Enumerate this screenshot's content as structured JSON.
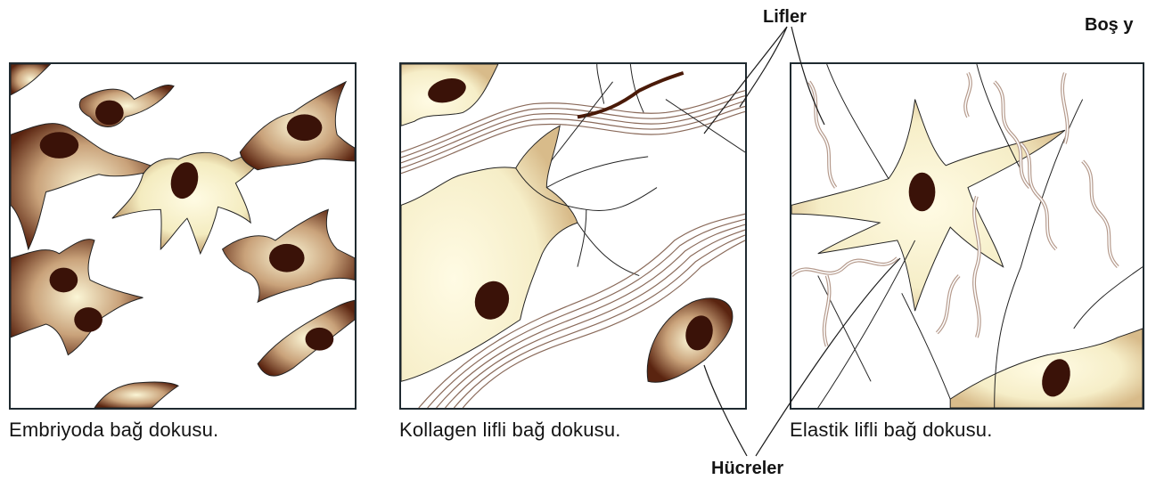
{
  "labels": {
    "fibers": "Lifler",
    "cells": "Hücreler",
    "empty_space": "Boş y"
  },
  "panels": [
    {
      "caption": "Embriyoda bağ dokusu."
    },
    {
      "caption": "Kollagen lifli bağ dokusu."
    },
    {
      "caption": "Elastik lifli bağ dokusu."
    }
  ],
  "colors": {
    "cell_dark": "#5a2410",
    "cell_mid": "#b4855a",
    "cell_light": "#fbf6d6",
    "nucleus": "#3a1208",
    "fiber_stroke": "#8a6a5a",
    "frame": "#1f2a30"
  }
}
